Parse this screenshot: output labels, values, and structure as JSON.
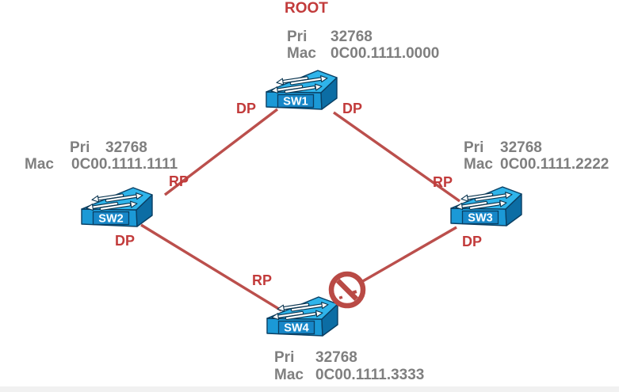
{
  "diagram": {
    "root_label": "ROOT",
    "field_labels": {
      "pri": "Pri",
      "mac": "Mac"
    },
    "switches": [
      {
        "name": "SW1",
        "pri": "32768",
        "mac": "0C00.1111.0000",
        "is_root": true
      },
      {
        "name": "SW2",
        "pri": "32768",
        "mac": "0C00.1111.1111",
        "is_root": false
      },
      {
        "name": "SW3",
        "pri": "32768",
        "mac": "0C00.1111.2222",
        "is_root": false
      },
      {
        "name": "SW4",
        "pri": "32768",
        "mac": "0C00.1111.3333",
        "is_root": false
      }
    ],
    "port_labels": [
      {
        "id": "sw1-to-sw2",
        "text": "DP"
      },
      {
        "id": "sw1-to-sw3",
        "text": "DP"
      },
      {
        "id": "sw2-to-sw1",
        "text": "RP"
      },
      {
        "id": "sw2-to-sw4",
        "text": "DP"
      },
      {
        "id": "sw3-to-sw1",
        "text": "RP"
      },
      {
        "id": "sw3-to-sw4",
        "text": "DP"
      },
      {
        "id": "sw4-to-sw2",
        "text": "RP"
      }
    ],
    "links": [
      {
        "from": "SW1",
        "to": "SW2",
        "from_port": "DP",
        "to_port": "RP",
        "blocked": false
      },
      {
        "from": "SW1",
        "to": "SW3",
        "from_port": "DP",
        "to_port": "RP",
        "blocked": false
      },
      {
        "from": "SW2",
        "to": "SW4",
        "from_port": "DP",
        "to_port": "RP",
        "blocked": false
      },
      {
        "from": "SW3",
        "to": "SW4",
        "from_port": "DP",
        "to_port": "blocked",
        "blocked": true
      }
    ],
    "blocked_icon": "no-entry-sign"
  },
  "colors": {
    "background": "#ffffff",
    "link_red": "#bb4f4c",
    "label_red": "#c23b3b",
    "info_gray": "#7f7f7f",
    "switch_top_blue": "#2fb4ea",
    "switch_front_blue": "#1b99d6",
    "switch_side_blue": "#0c6da4",
    "switch_outline": "#0a3f63"
  }
}
